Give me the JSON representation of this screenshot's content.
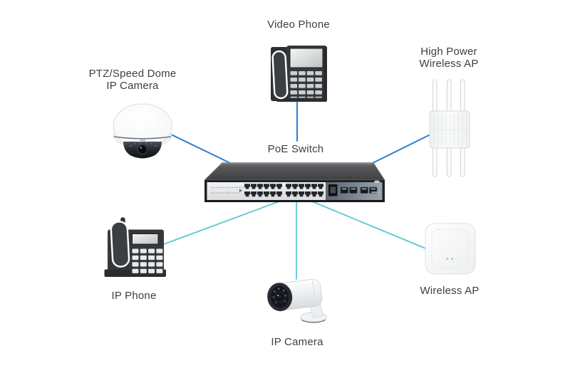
{
  "diagram": {
    "center_device": "PoE Switch",
    "labels": {
      "video_phone": "Video Phone",
      "ptz_camera_line1": "PTZ/Speed Dome",
      "ptz_camera_line2": "IP Camera",
      "high_power_ap_line1": "High Power",
      "high_power_ap_line2": "Wireless AP",
      "poe_switch": "PoE Switch",
      "ip_phone": "IP Phone",
      "ip_camera": "IP Camera",
      "wireless_ap": "Wireless AP"
    },
    "line_colors": {
      "uplink_blue": "#2b7fd1",
      "downlink_teal": "#5ac8d4"
    },
    "label_color": "#3d3e40",
    "connections": [
      {
        "from": "PoE Switch",
        "to": "PTZ/Speed Dome IP Camera",
        "color": "uplink_blue"
      },
      {
        "from": "PoE Switch",
        "to": "Video Phone",
        "color": "uplink_blue"
      },
      {
        "from": "PoE Switch",
        "to": "High Power Wireless AP",
        "color": "uplink_blue"
      },
      {
        "from": "PoE Switch",
        "to": "IP Phone",
        "color": "downlink_teal"
      },
      {
        "from": "PoE Switch",
        "to": "IP Camera",
        "color": "downlink_teal"
      },
      {
        "from": "PoE Switch",
        "to": "Wireless AP",
        "color": "downlink_teal"
      }
    ],
    "switch_front_panel": {
      "rj45_ports": 24,
      "uplink_rj45_ports": 1,
      "sfp_ports": 4
    }
  }
}
